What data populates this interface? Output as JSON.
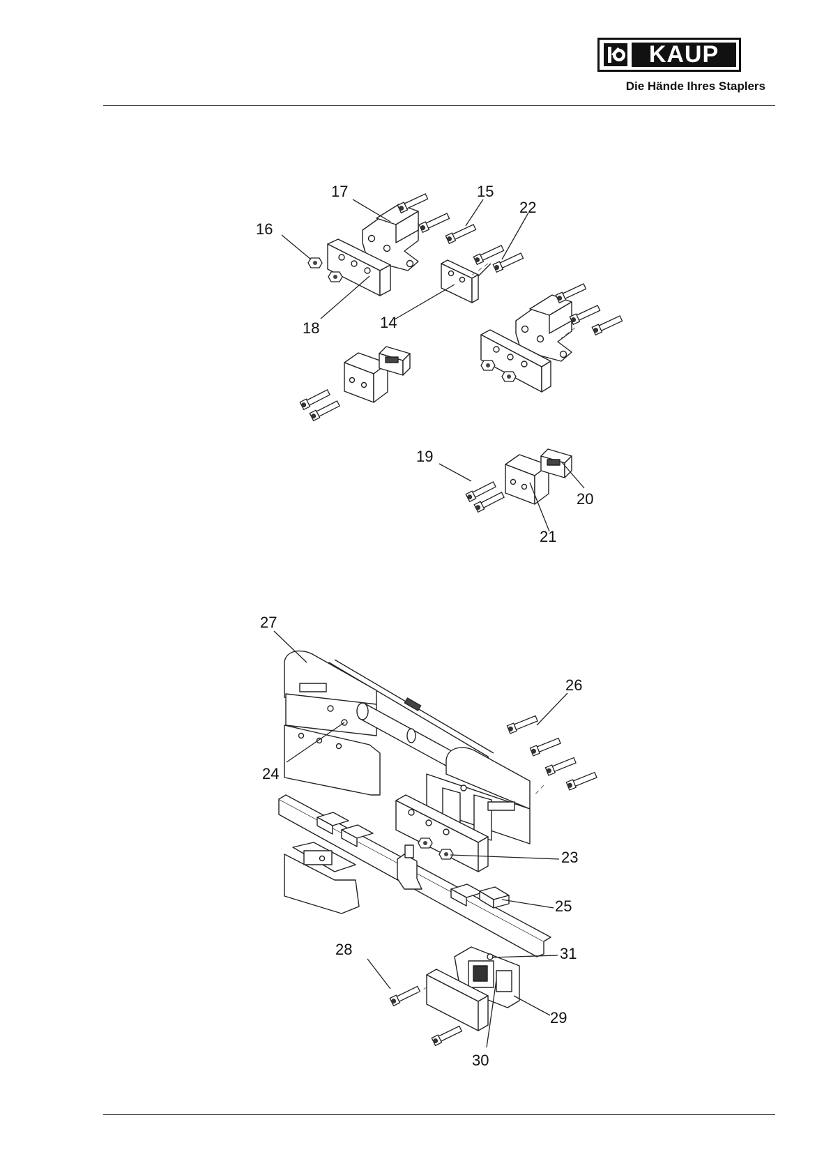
{
  "header": {
    "brand": "KAUP",
    "tagline": "Die Hände Ihres Staplers"
  },
  "callouts": [
    "17",
    "15",
    "22",
    "16",
    "18",
    "14",
    "19",
    "20",
    "21",
    "27",
    "26",
    "24",
    "23",
    "25",
    "28",
    "31",
    "29",
    "30"
  ]
}
